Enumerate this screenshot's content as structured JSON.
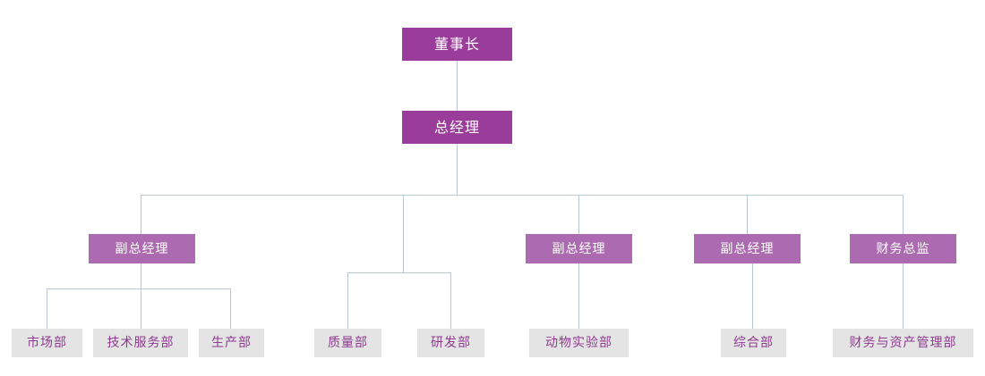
{
  "chart": {
    "type": "org-chart",
    "title": "",
    "colors": {
      "level1_fill": "#9a3d9a",
      "level1_text": "#ffffff",
      "level2_fill": "#ac6bb0",
      "level2_text": "#ffffff",
      "level3_fill": "#e4e4e4",
      "level3_text": "#8e3a8e",
      "connector": "#bac8d3",
      "background": "#ffffff"
    },
    "nodes": {
      "chairman": {
        "label": "董事长",
        "level": 1
      },
      "general_manager": {
        "label": "总经理",
        "level": 1
      },
      "deputy_gm_1": {
        "label": "副总经理",
        "level": 2
      },
      "deputy_gm_2": {
        "label": "副总经理",
        "level": 2
      },
      "deputy_gm_3": {
        "label": "副总经理",
        "level": 2
      },
      "cfo": {
        "label": "财务总监",
        "level": 2
      },
      "dept_market": {
        "label": "市场部",
        "level": 3
      },
      "dept_tech_service": {
        "label": "技术服务部",
        "level": 3
      },
      "dept_production": {
        "label": "生产部",
        "level": 3
      },
      "dept_quality": {
        "label": "质量部",
        "level": 3
      },
      "dept_rnd": {
        "label": "研发部",
        "level": 3
      },
      "dept_animal_lab": {
        "label": "动物实验部",
        "level": 3
      },
      "dept_general_affairs": {
        "label": "综合部",
        "level": 3
      },
      "dept_finance_asset": {
        "label": "财务与资产管理部",
        "level": 3
      }
    },
    "edges": [
      {
        "from": "chairman",
        "to": "general_manager"
      },
      {
        "from": "general_manager",
        "to": "deputy_gm_1"
      },
      {
        "from": "general_manager",
        "to": "deputy_gm_2"
      },
      {
        "from": "general_manager",
        "to": "deputy_gm_3"
      },
      {
        "from": "general_manager",
        "to": "cfo"
      },
      {
        "from": "general_manager",
        "to": "dept_quality"
      },
      {
        "from": "general_manager",
        "to": "dept_rnd"
      },
      {
        "from": "deputy_gm_1",
        "to": "dept_market"
      },
      {
        "from": "deputy_gm_1",
        "to": "dept_tech_service"
      },
      {
        "from": "deputy_gm_1",
        "to": "dept_production"
      },
      {
        "from": "deputy_gm_2",
        "to": "dept_animal_lab"
      },
      {
        "from": "deputy_gm_3",
        "to": "dept_general_affairs"
      },
      {
        "from": "cfo",
        "to": "dept_finance_asset"
      }
    ]
  }
}
